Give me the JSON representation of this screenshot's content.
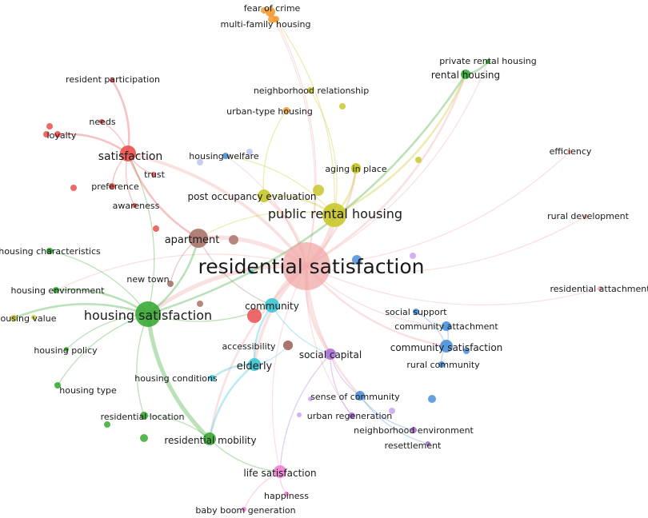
{
  "network": {
    "clusters": {
      "red": "#e8504f",
      "green": "#3aaa35",
      "blue": "#4a90d9",
      "yellow": "#c8c82a",
      "purple": "#a970d6",
      "cyan": "#3cc6d6",
      "orange": "#f29b30",
      "brown": "#a9736a",
      "pink": "#ee7fd6",
      "salmon": "#f2a8a8"
    },
    "nodes": [
      {
        "id": "residential-satisfaction",
        "label": "residential satisfaction",
        "cluster": "salmon",
        "weight": 10
      },
      {
        "id": "public-rental-housing",
        "label": "public rental housing",
        "cluster": "yellow",
        "weight": 6
      },
      {
        "id": "housing-satisfaction",
        "label": "housing satisfaction",
        "cluster": "green",
        "weight": 7
      },
      {
        "id": "apartment",
        "label": "apartment",
        "cluster": "brown",
        "weight": 5
      },
      {
        "id": "satisfaction",
        "label": "satisfaction",
        "cluster": "red",
        "weight": 5
      },
      {
        "id": "community",
        "label": "community",
        "cluster": "cyan",
        "weight": 4
      },
      {
        "id": "post-occupancy-evaluation",
        "label": "post occupancy evaluation",
        "cluster": "yellow",
        "weight": 4
      },
      {
        "id": "elderly",
        "label": "elderly",
        "cluster": "cyan",
        "weight": 4
      },
      {
        "id": "social-capital",
        "label": "social capital",
        "cluster": "purple",
        "weight": 4
      },
      {
        "id": "residential-mobility",
        "label": "residential mobility",
        "cluster": "green",
        "weight": 4
      },
      {
        "id": "community-satisfaction",
        "label": "community satisfaction",
        "cluster": "blue",
        "weight": 4
      },
      {
        "id": "life-satisfaction",
        "label": "life satisfaction",
        "cluster": "pink",
        "weight": 4
      },
      {
        "id": "sense-of-community",
        "label": "sense of community",
        "cluster": "blue",
        "weight": 3
      },
      {
        "id": "community-attachment",
        "label": "community attachment",
        "cluster": "blue",
        "weight": 3
      },
      {
        "id": "rental-housing",
        "label": "rental housing",
        "cluster": "green",
        "weight": 3
      },
      {
        "id": "housing-welfare",
        "label": "housing welfare",
        "cluster": "blue",
        "weight": 2
      },
      {
        "id": "aging-in-place",
        "label": "aging in place",
        "cluster": "yellow",
        "weight": 3
      },
      {
        "id": "fear-of-crime",
        "label": "fear of crime",
        "cluster": "orange",
        "weight": 3
      },
      {
        "id": "multi-family-housing",
        "label": "multi-family housing",
        "cluster": "orange",
        "weight": 2
      },
      {
        "id": "private-rental-housing",
        "label": "private rental housing",
        "cluster": "green",
        "weight": 2
      },
      {
        "id": "neighborhood-relationship",
        "label": "neighborhood relationship",
        "cluster": "yellow",
        "weight": 2
      },
      {
        "id": "urban-type-housing",
        "label": "urban-type housing",
        "cluster": "orange",
        "weight": 2
      },
      {
        "id": "resident-participation",
        "label": "resident participation",
        "cluster": "red",
        "weight": 2
      },
      {
        "id": "needs",
        "label": "needs",
        "cluster": "red",
        "weight": 2
      },
      {
        "id": "loyalty",
        "label": "loyalty",
        "cluster": "red",
        "weight": 2
      },
      {
        "id": "trust",
        "label": "trust",
        "cluster": "red",
        "weight": 2
      },
      {
        "id": "preference",
        "label": "preference",
        "cluster": "red",
        "weight": 2
      },
      {
        "id": "awareness",
        "label": "awareness",
        "cluster": "red",
        "weight": 2
      },
      {
        "id": "efficiency",
        "label": "efficiency",
        "cluster": "salmon",
        "weight": 2
      },
      {
        "id": "rural-development",
        "label": "rural development",
        "cluster": "salmon",
        "weight": 2
      },
      {
        "id": "residential-attachment",
        "label": "residential attachment",
        "cluster": "salmon",
        "weight": 2
      },
      {
        "id": "housing-characteristics",
        "label": "housing characteristics",
        "cluster": "green",
        "weight": 2
      },
      {
        "id": "housing-environment",
        "label": "housing environment",
        "cluster": "green",
        "weight": 2
      },
      {
        "id": "new-town",
        "label": "new town",
        "cluster": "brown",
        "weight": 2
      },
      {
        "id": "housing-value",
        "label": "housing value",
        "cluster": "yellow",
        "weight": 2
      },
      {
        "id": "housing-policy",
        "label": "housing policy",
        "cluster": "green",
        "weight": 2
      },
      {
        "id": "accessibility",
        "label": "accessibility",
        "cluster": "brown",
        "weight": 2
      },
      {
        "id": "housing-conditions",
        "label": "housing conditions",
        "cluster": "cyan",
        "weight": 2
      },
      {
        "id": "housing-type",
        "label": "housing type",
        "cluster": "green",
        "weight": 2
      },
      {
        "id": "residential-location",
        "label": "residential location",
        "cluster": "green",
        "weight": 2
      },
      {
        "id": "social-support",
        "label": "social support",
        "cluster": "blue",
        "weight": 2
      },
      {
        "id": "rural-community",
        "label": "rural community",
        "cluster": "blue",
        "weight": 2
      },
      {
        "id": "urban-regeneration",
        "label": "urban regeneration",
        "cluster": "purple",
        "weight": 2
      },
      {
        "id": "neighborhood-environment",
        "label": "neighborhood environment",
        "cluster": "purple",
        "weight": 2
      },
      {
        "id": "resettlement",
        "label": "resettlement",
        "cluster": "purple",
        "weight": 2
      },
      {
        "id": "happiness",
        "label": "happiness",
        "cluster": "pink",
        "weight": 2
      },
      {
        "id": "baby-boom-generation",
        "label": "baby boom generation",
        "cluster": "pink",
        "weight": 2
      }
    ],
    "links": [
      [
        "residential-satisfaction",
        "public-rental-housing",
        5
      ],
      [
        "residential-satisfaction",
        "housing-satisfaction",
        4
      ],
      [
        "residential-satisfaction",
        "apartment",
        4
      ],
      [
        "residential-satisfaction",
        "satisfaction",
        3
      ],
      [
        "residential-satisfaction",
        "community",
        3
      ],
      [
        "residential-satisfaction",
        "elderly",
        3
      ],
      [
        "residential-satisfaction",
        "social-capital",
        3
      ],
      [
        "residential-satisfaction",
        "post-occupancy-evaluation",
        3
      ],
      [
        "residential-satisfaction",
        "community-satisfaction",
        2
      ],
      [
        "residential-satisfaction",
        "sense-of-community",
        2
      ],
      [
        "residential-satisfaction",
        "rental-housing",
        2
      ],
      [
        "residential-satisfaction",
        "aging-in-place",
        2
      ],
      [
        "residential-satisfaction",
        "life-satisfaction",
        1
      ],
      [
        "residential-satisfaction",
        "residential-mobility",
        2
      ],
      [
        "residential-satisfaction",
        "efficiency",
        1
      ],
      [
        "residential-satisfaction",
        "rural-development",
        1
      ],
      [
        "residential-satisfaction",
        "residential-attachment",
        1
      ],
      [
        "residential-satisfaction",
        "fear-of-crime",
        1
      ],
      [
        "residential-satisfaction",
        "multi-family-housing",
        1
      ],
      [
        "residential-satisfaction",
        "housing-welfare",
        1
      ],
      [
        "residential-satisfaction",
        "community-attachment",
        1
      ],
      [
        "residential-satisfaction",
        "urban-regeneration",
        1
      ],
      [
        "residential-satisfaction",
        "housing-environment",
        1
      ],
      [
        "residential-satisfaction",
        "private-rental-housing",
        1
      ],
      [
        "housing-satisfaction",
        "residential-mobility",
        4
      ],
      [
        "housing-satisfaction",
        "housing-value",
        2
      ],
      [
        "housing-satisfaction",
        "housing-environment",
        2
      ],
      [
        "housing-satisfaction",
        "housing-characteristics",
        1
      ],
      [
        "housing-satisfaction",
        "housing-policy",
        1
      ],
      [
        "housing-satisfaction",
        "housing-type",
        1
      ],
      [
        "housing-satisfaction",
        "residential-location",
        1
      ],
      [
        "housing-satisfaction",
        "apartment",
        2
      ],
      [
        "housing-satisfaction",
        "satisfaction",
        1
      ],
      [
        "housing-satisfaction",
        "rental-housing",
        2
      ],
      [
        "housing-satisfaction",
        "community",
        1
      ],
      [
        "public-rental-housing",
        "post-occupancy-evaluation",
        2
      ],
      [
        "public-rental-housing",
        "aging-in-place",
        2
      ],
      [
        "public-rental-housing",
        "fear-of-crime",
        1
      ],
      [
        "public-rental-housing",
        "neighborhood-relationship",
        1
      ],
      [
        "public-rental-housing",
        "rental-housing",
        2
      ],
      [
        "public-rental-housing",
        "housing-welfare",
        1
      ],
      [
        "public-rental-housing",
        "apartment",
        1
      ],
      [
        "satisfaction",
        "loyalty",
        2
      ],
      [
        "satisfaction",
        "needs",
        1
      ],
      [
        "satisfaction",
        "resident-participation",
        2
      ],
      [
        "satisfaction",
        "trust",
        1
      ],
      [
        "satisfaction",
        "preference",
        1
      ],
      [
        "satisfaction",
        "awareness",
        1
      ],
      [
        "satisfaction",
        "apartment",
        2
      ],
      [
        "apartment",
        "new-town",
        1
      ],
      [
        "apartment",
        "community",
        1
      ],
      [
        "community",
        "elderly",
        2
      ],
      [
        "community",
        "social-capital",
        1
      ],
      [
        "elderly",
        "accessibility",
        1
      ],
      [
        "elderly",
        "housing-conditions",
        2
      ],
      [
        "elderly",
        "residential-mobility",
        2
      ],
      [
        "social-capital",
        "sense-of-community",
        1
      ],
      [
        "social-capital",
        "urban-regeneration",
        1
      ],
      [
        "social-capital",
        "life-satisfaction",
        1
      ],
      [
        "community-satisfaction",
        "community-attachment",
        1
      ],
      [
        "community-satisfaction",
        "rural-community",
        1
      ],
      [
        "community-satisfaction",
        "social-support",
        1
      ],
      [
        "sense-of-community",
        "neighborhood-environment",
        1
      ],
      [
        "sense-of-community",
        "resettlement",
        1
      ],
      [
        "life-satisfaction",
        "happiness",
        1
      ],
      [
        "life-satisfaction",
        "baby-boom-generation",
        1
      ],
      [
        "fear-of-crime",
        "multi-family-housing",
        1
      ],
      [
        "rental-housing",
        "private-rental-housing",
        2
      ],
      [
        "urban-type-housing",
        "post-occupancy-evaluation",
        1
      ],
      [
        "residential-mobility",
        "residential-location",
        1
      ],
      [
        "residential-mobility",
        "life-satisfaction",
        1
      ]
    ]
  }
}
